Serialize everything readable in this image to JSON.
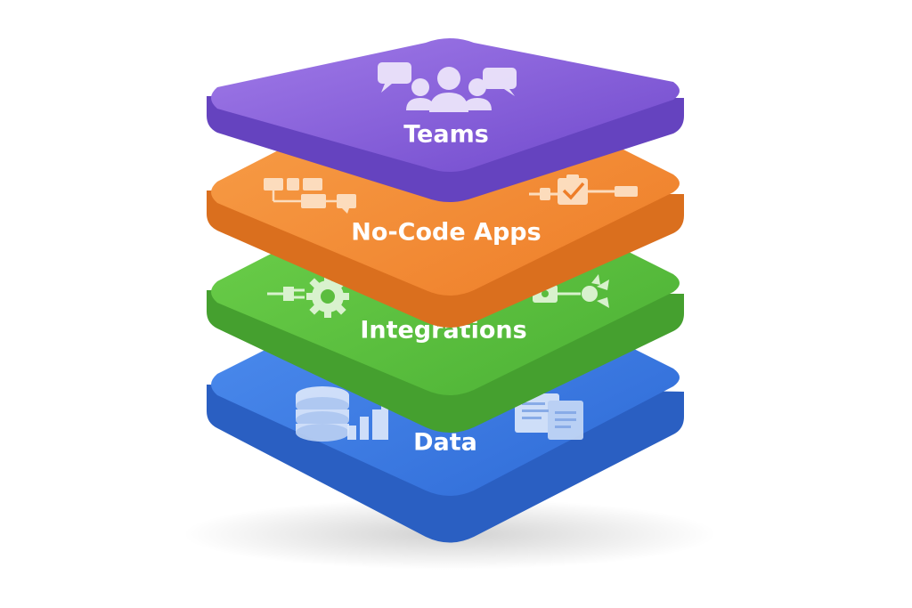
{
  "diagram": {
    "layers": [
      {
        "id": "data",
        "label": "Data",
        "top": "#3f7ee2",
        "side": "#2d64c4",
        "icons": [
          "database-icon",
          "bar-chart-icon",
          "documents-icon"
        ]
      },
      {
        "id": "integrations",
        "label": "Integrations",
        "top": "#5cc23f",
        "side": "#46a32f",
        "icons": [
          "connector-gear-icon",
          "plug-connector-icon"
        ]
      },
      {
        "id": "no-code-apps",
        "label": "No-Code Apps",
        "top": "#f5903a",
        "side": "#dc7424",
        "icons": [
          "workflow-icon",
          "checklist-icon"
        ]
      },
      {
        "id": "teams",
        "label": "Teams",
        "top": "#8b62dc",
        "side": "#6a46c0",
        "icons": [
          "people-chat-icon"
        ]
      }
    ]
  }
}
